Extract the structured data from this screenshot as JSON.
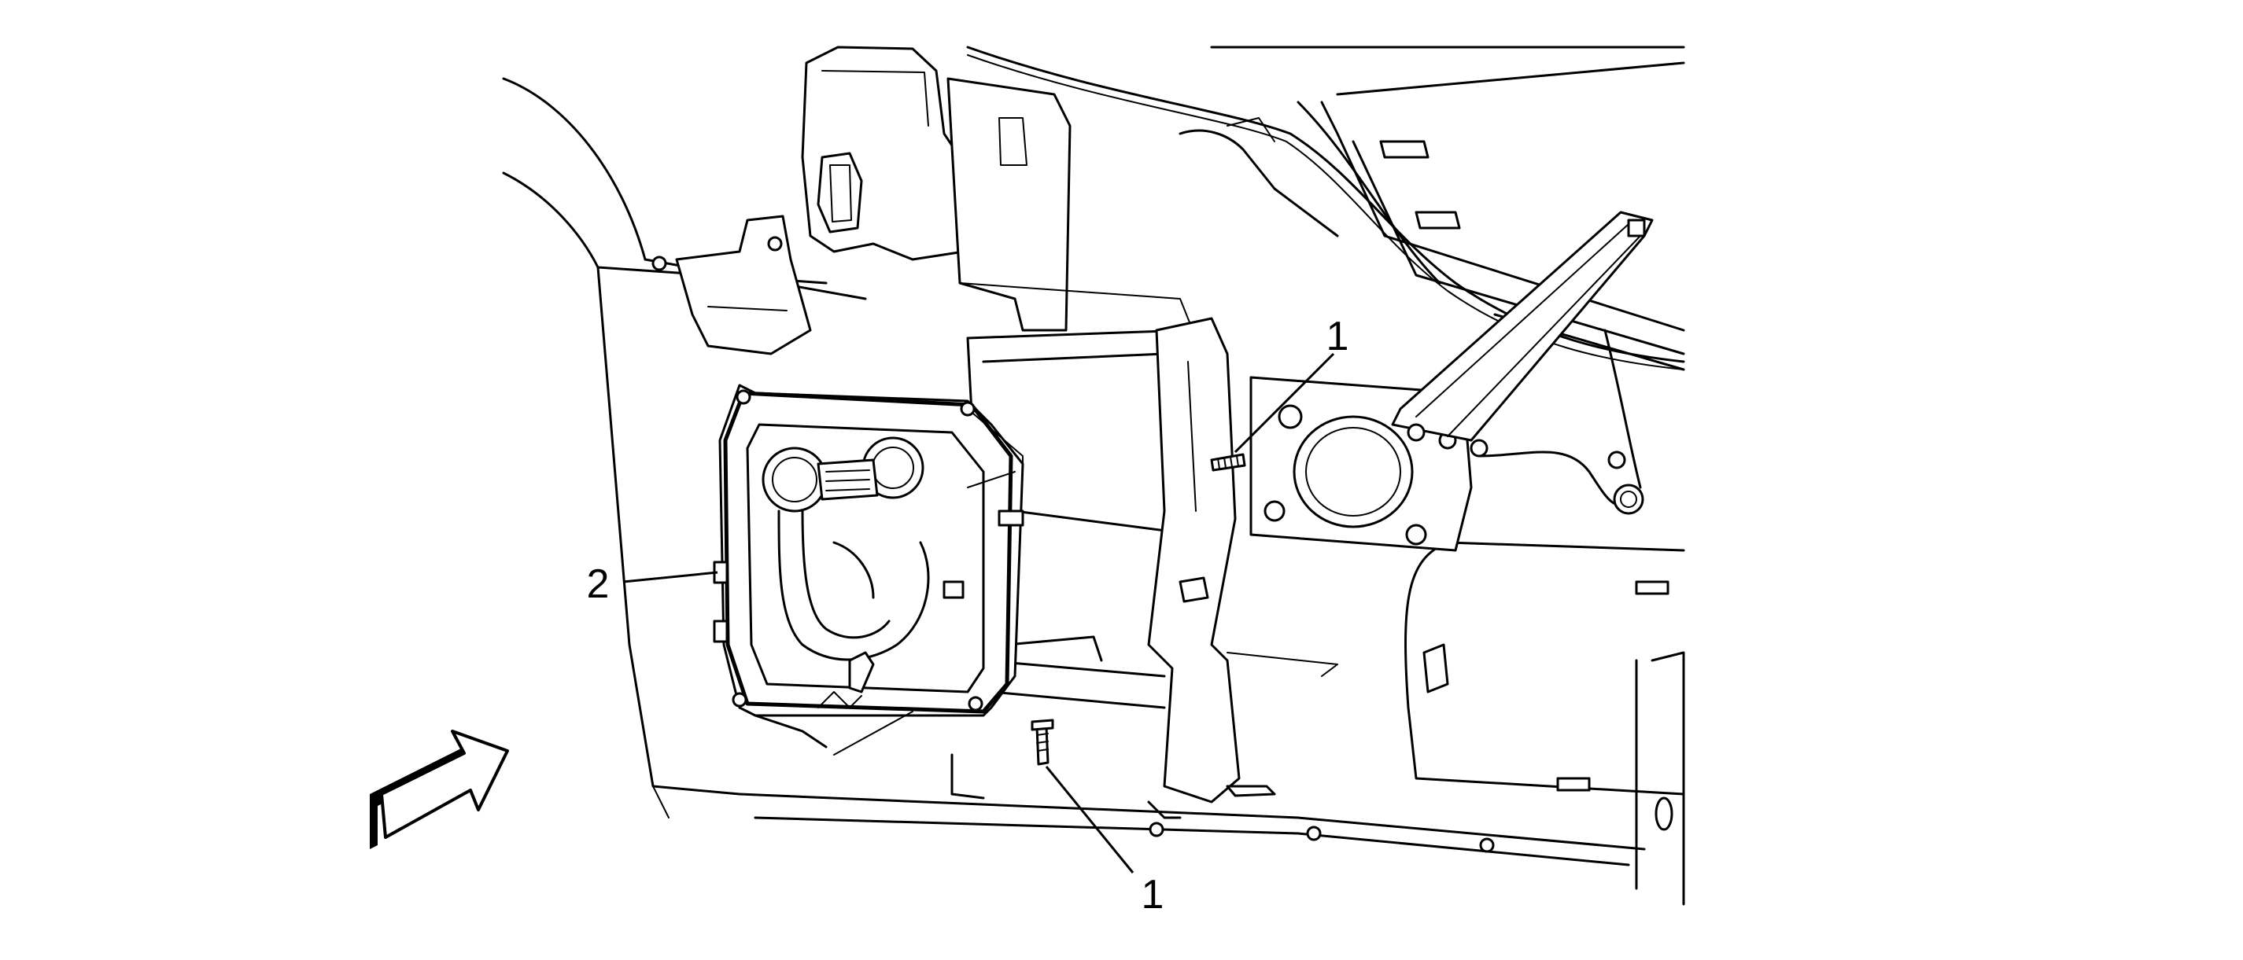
{
  "figure": {
    "callouts": [
      {
        "id": "callout-1-upper",
        "label": "1"
      },
      {
        "id": "callout-2",
        "label": "2"
      },
      {
        "id": "callout-1-lower",
        "label": "1"
      }
    ],
    "view_arrow": {
      "icon": "view-direction-arrow-icon"
    },
    "colors": {
      "line": "#000000",
      "background": "#ffffff",
      "shade": "#e6e6e6"
    }
  }
}
